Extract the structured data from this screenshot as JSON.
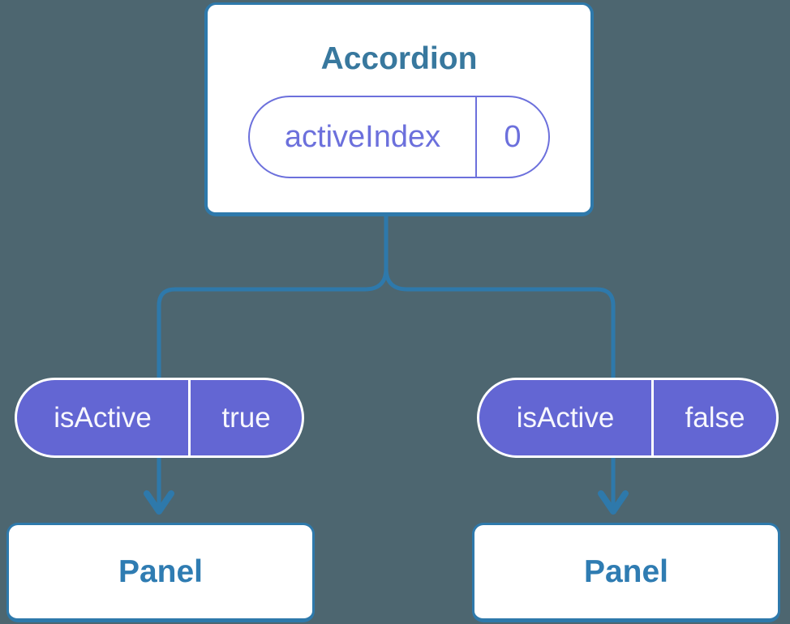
{
  "diagram": {
    "root": {
      "title": "Accordion",
      "state_pill": {
        "name": "activeIndex",
        "value": "0"
      }
    },
    "children": [
      {
        "prop_pill": {
          "name": "isActive",
          "value": "true"
        },
        "label": "Panel"
      },
      {
        "prop_pill": {
          "name": "isActive",
          "value": "false"
        },
        "label": "Panel"
      }
    ]
  },
  "colors": {
    "line-blue": "#2E79AB",
    "title-blue": "#38789E",
    "panel-blue": "#2F7CB2",
    "pill-purple": "#6366D3",
    "pill-purple-text": "#6C70DC",
    "pill-text": "#F7F7FD",
    "box-white": "#FFFFFF",
    "background": "#4D6670"
  }
}
